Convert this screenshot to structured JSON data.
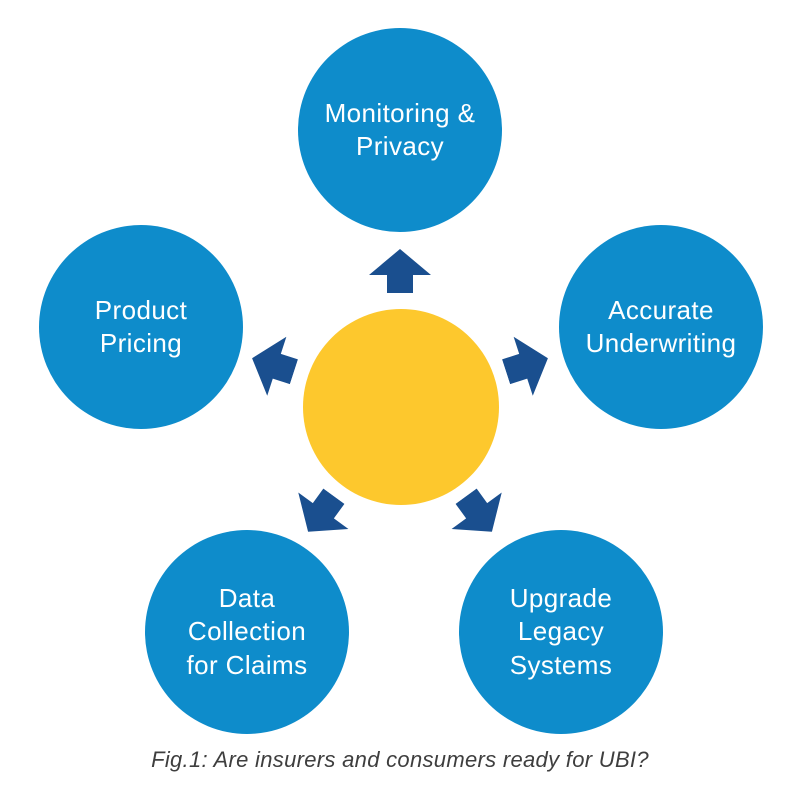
{
  "colors": {
    "circle-blue": "#0E8CCB",
    "arrow-navy": "#1A4F8F",
    "hub-yellow": "#FDC82D",
    "caption-gray": "#3E3E3E",
    "label-white": "#FFFFFF",
    "page-bg": "#FFFFFF"
  },
  "icons": {
    "arrow_style": "solid-block-arrow",
    "arrows": [
      {
        "name": "arrow-up-icon",
        "direction": "up"
      },
      {
        "name": "arrow-left-icon",
        "direction": "left"
      },
      {
        "name": "arrow-right-icon",
        "direction": "right"
      },
      {
        "name": "arrow-down-left-icon",
        "direction": "down-left"
      },
      {
        "name": "arrow-down-right-icon",
        "direction": "down-right"
      }
    ]
  },
  "diagram": {
    "nodes": [
      {
        "id": "monitoring-privacy",
        "position": "top",
        "label": "Monitoring &\nPrivacy"
      },
      {
        "id": "accurate-underwriting",
        "position": "right",
        "label": "Accurate\nUnderwriting"
      },
      {
        "id": "upgrade-legacy-systems",
        "position": "bottom-right",
        "label": "Upgrade\nLegacy\nSystems"
      },
      {
        "id": "data-collection-for-claims",
        "position": "bottom-left",
        "label": "Data\nCollection\nfor Claims"
      },
      {
        "id": "product-pricing",
        "position": "left",
        "label": "Product\nPricing"
      }
    ],
    "caption": "Fig.1: Are insurers and consumers ready for UBI?"
  }
}
